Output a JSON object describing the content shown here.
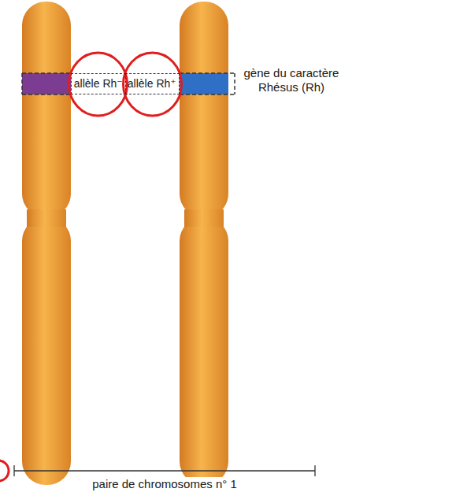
{
  "diagram": {
    "nodes": [
      {
        "text": [
          "allèle Rh⁻"
        ]
      },
      {
        "text": [
          "allèle Rh⁺"
        ]
      }
    ],
    "labels": [
      "gène du caractère Rhésus (Rh)",
      "paire de chromosomes n° 1"
    ]
  }
}
